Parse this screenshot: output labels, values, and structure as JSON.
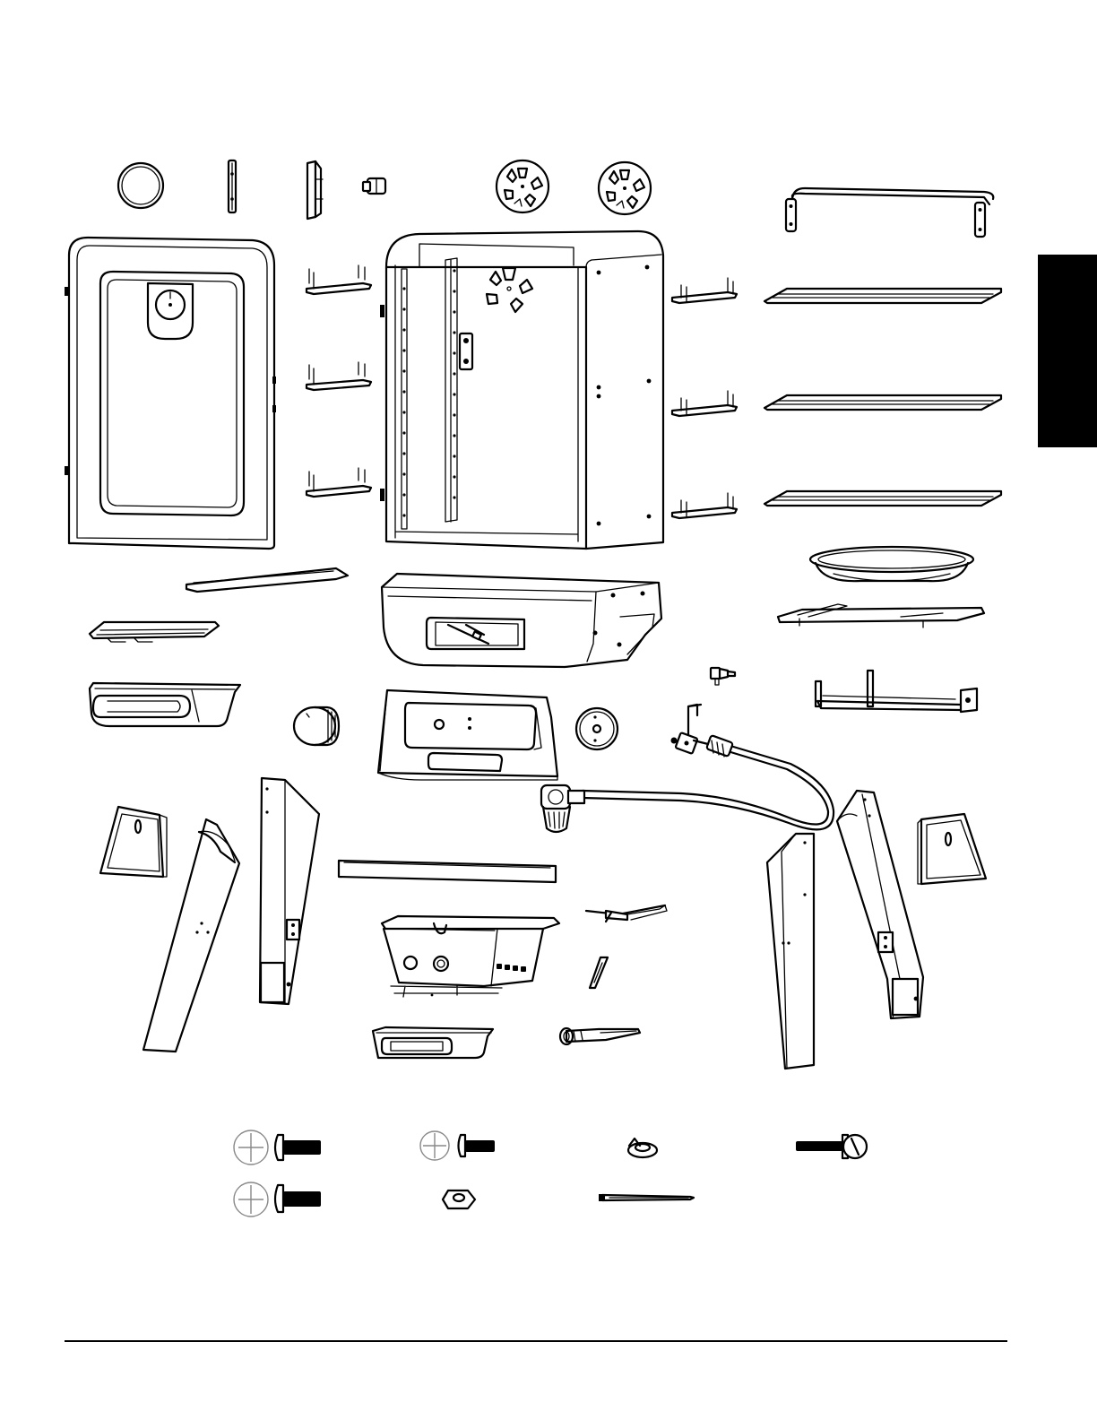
{
  "page": {
    "section_tab_color": "#000000",
    "line_color": "#000000",
    "background": "#ffffff"
  },
  "parts": [
    "gasket-ring",
    "door-latch-strip",
    "door-handle-bracket",
    "knob-cap",
    "smoke-vent-plate-left",
    "smoke-vent-plate-right",
    "door-handle",
    "smoker-door",
    "rack-support-left",
    "smoker-body",
    "rack-support-right",
    "cooking-grate",
    "water-pan",
    "water-pan-support",
    "heat-shield",
    "firebox",
    "chip-tray-grate",
    "chip-tray",
    "control-knob",
    "control-panel",
    "igniter-button",
    "gas-valve-fitting",
    "regulator-hose-assembly",
    "burner-bracket",
    "leg-left-front",
    "leg-left-rear",
    "leg-right-front",
    "leg-right-rear",
    "leg-side-panel-left",
    "leg-side-panel-right",
    "front-crossbar",
    "burner-box",
    "igniter-wire",
    "electrode",
    "burner",
    "grease-tray",
    "hardware-screws",
    "hardware-nut",
    "hardware-lock-washer",
    "hardware-cable-tie",
    "hardware-bolt"
  ]
}
